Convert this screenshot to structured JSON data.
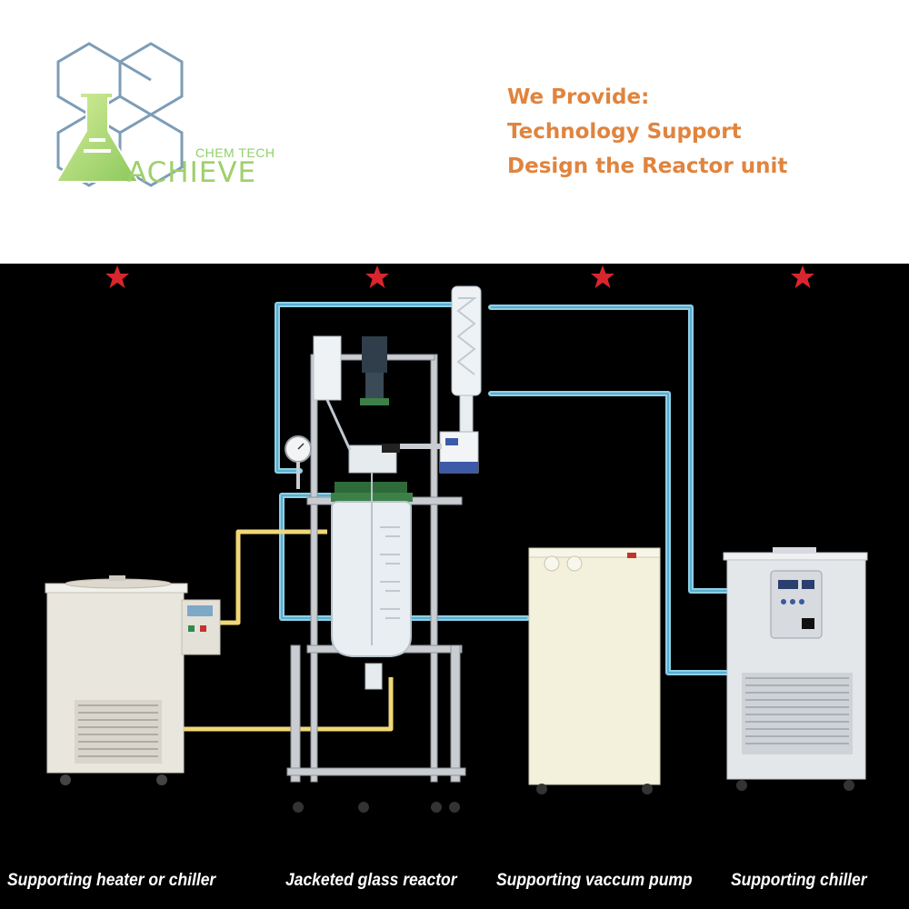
{
  "logo": {
    "sub": "CHEM TECH",
    "main": "ACHIEVE"
  },
  "provide": {
    "line1": "We Provide:",
    "line2": "Technology Support",
    "line3": "Design the Reactor unit"
  },
  "captions": {
    "heater": "Supporting heater or chiller",
    "reactor": "Jacketed glass reactor",
    "pump": "Supporting vaccum pump",
    "chiller": "Supporting chiller"
  },
  "colors": {
    "orange": "#e0843e",
    "logo_green": "#9ed06c",
    "logo_blue": "#7d9cb6",
    "hose_blue": "#8fd0e6",
    "hose_yellow": "#f0d878",
    "star_red": "#d8262e"
  },
  "icons": {
    "logo": "flask-hexagon-logo",
    "star": "star-icon"
  }
}
